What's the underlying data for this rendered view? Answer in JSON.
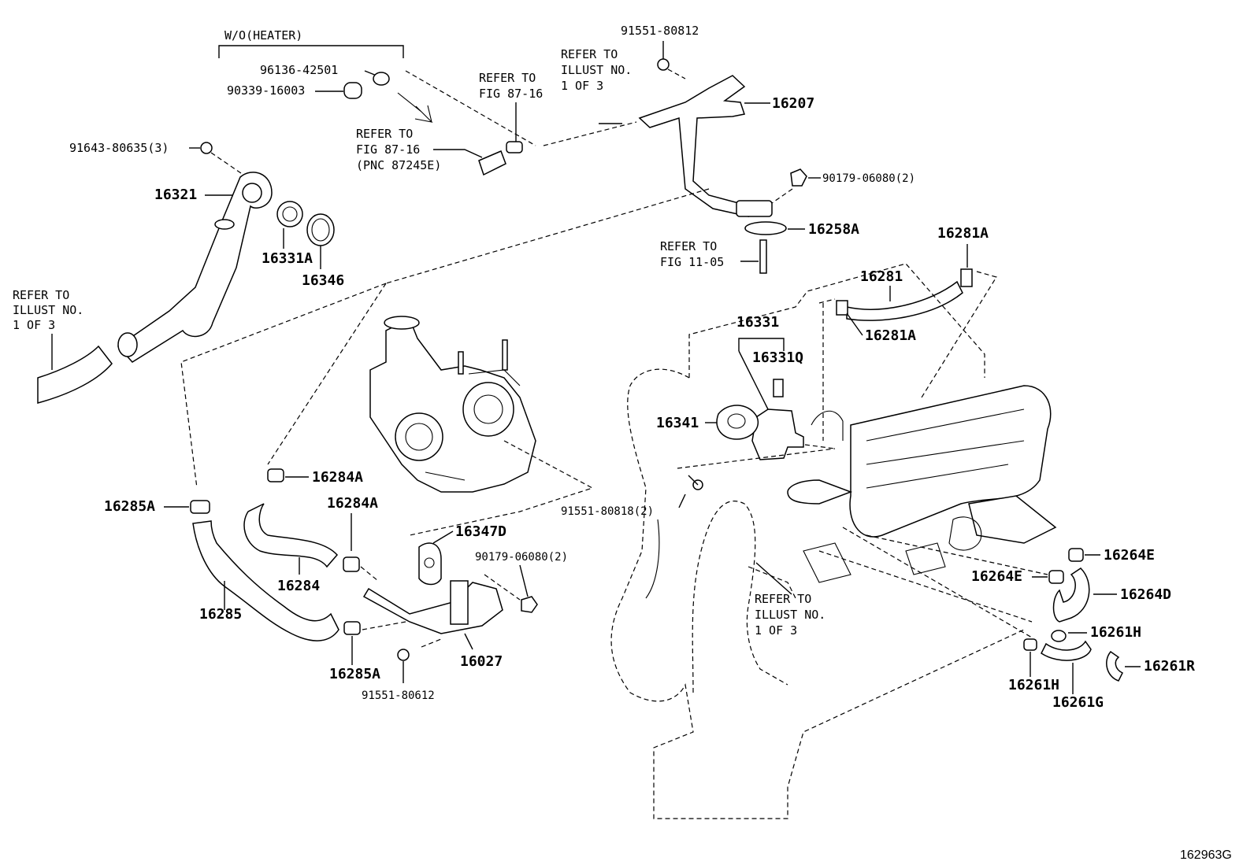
{
  "labels": {
    "wo_heater": "W/O(HEATER)",
    "p96136": "96136-42501",
    "p90339": "90339-16003",
    "p91643": "91643-80635(3)",
    "p16321": "16321",
    "p16331A": "16331A",
    "p16346": "16346",
    "ref_fig87_a1": "REFER TO",
    "ref_fig87_a2": "FIG 87-16",
    "ref_fig87_b1": "REFER TO",
    "ref_fig87_b2": "FIG 87-16",
    "ref_fig87_b3": "(PNC 87245E)",
    "ref_illust_top1": "REFER TO",
    "ref_illust_top2": "ILLUST NO.",
    "ref_illust_top3": "1 OF 3",
    "p91551_80812": "91551-80812",
    "p16207": "16207",
    "p90179_top": "90179-06080(2)",
    "p16258A": "16258A",
    "ref_fig11_1": "REFER TO",
    "ref_fig11_2": "FIG 11-05",
    "ref_illust_left1": "REFER TO",
    "ref_illust_left2": "ILLUST NO.",
    "ref_illust_left3": "1 OF 3",
    "p16281A_top": "16281A",
    "p16281": "16281",
    "p16281A_mid": "16281A",
    "p16331": "16331",
    "p16331Q": "16331Q",
    "p16341": "16341",
    "p16284A_top": "16284A",
    "p16285A_left": "16285A",
    "p16284A_mid": "16284A",
    "p16347D": "16347D",
    "p90179_mid": "90179-06080(2)",
    "p91551_80818": "91551-80818(2)",
    "p16284": "16284",
    "p16285": "16285",
    "p16285A_bot": "16285A",
    "p16027": "16027",
    "p91551_80612": "91551-80612",
    "ref_illust_mid1": "REFER TO",
    "ref_illust_mid2": "ILLUST NO.",
    "ref_illust_mid3": "1 OF 3",
    "p16264E_right": "16264E",
    "p16264E_left": "16264E",
    "p16264D": "16264D",
    "p16261H_right": "16261H",
    "p16261R": "16261R",
    "p16261H_left": "16261H",
    "p16261G": "16261G"
  },
  "footer": {
    "diagram_id": "162963G"
  }
}
